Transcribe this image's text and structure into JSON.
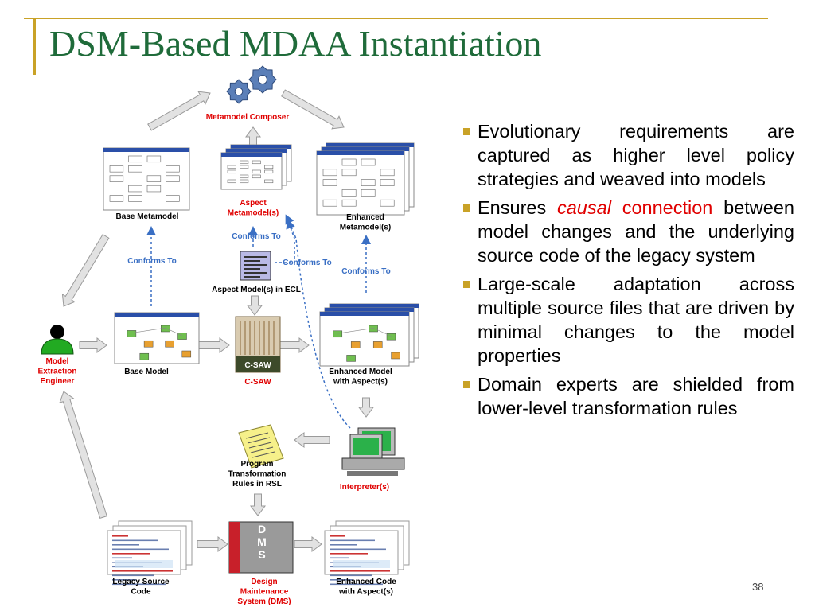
{
  "title": "DSM-Based MDAA Instantiation",
  "bullets": [
    {
      "parts": [
        {
          "text": "Evolutionary requirements are captured as higher level policy strategies and weaved into models"
        }
      ]
    },
    {
      "parts": [
        {
          "text": "Ensures "
        },
        {
          "text": "causal",
          "style": "red-italic"
        },
        {
          "text": " connection",
          "style": "red"
        },
        {
          "text": " between model changes and the underlying source code of the legacy system"
        }
      ]
    },
    {
      "parts": [
        {
          "text": "Large-scale adaptation across multiple source files that are driven by minimal changes to the model properties"
        }
      ]
    },
    {
      "parts": [
        {
          "text": "Domain experts are shielded from lower-level transformation rules"
        }
      ]
    }
  ],
  "page_number": "38",
  "diagram": {
    "metamodel_composer": "Metamodel Composer",
    "base_metamodel": "Base Metamodel",
    "aspect_metamodels": [
      "Aspect",
      "Metamodel(s)"
    ],
    "enhanced_metamodels": [
      "Enhanced",
      "Metamodel(s)"
    ],
    "conforms_to": "Conforms To",
    "aspect_models_ecl": "Aspect Model(s) in ECL",
    "model_extraction_engineer": [
      "Model",
      "Extraction",
      "Engineer"
    ],
    "base_model": "Base Model",
    "c_saw": "C-SAW",
    "c_saw_logo": "C-SAW",
    "enhanced_model": [
      "Enhanced Model",
      "with Aspect(s)"
    ],
    "program_rules": [
      "Program",
      "Transformation",
      "Rules in RSL"
    ],
    "interpreters": "Interpreter(s)",
    "legacy_source": [
      "Legacy Source",
      "Code"
    ],
    "dms": [
      "Design",
      "Maintenance",
      "System (DMS)"
    ],
    "dms_logo": [
      "D",
      "M",
      "S"
    ],
    "enhanced_code": [
      "Enhanced Code",
      "with Aspect(s)"
    ]
  },
  "colors": {
    "title": "#1f6b3a",
    "accent": "#c9a227",
    "label_red": "#e00000",
    "label_blue": "#3a6fc4",
    "arrow_gray": "#d4d4d4"
  }
}
